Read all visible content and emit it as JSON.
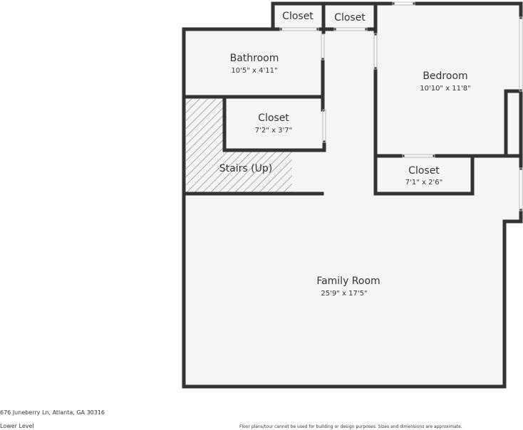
{
  "colors": {
    "wall": "#333333",
    "floor": "#f5f5f5",
    "text": "#333333"
  },
  "rooms": {
    "closet_a": {
      "name": "Closet"
    },
    "closet_b": {
      "name": "Closet"
    },
    "bathroom": {
      "name": "Bathroom",
      "dims": "10'5\" x 4'11\""
    },
    "bedroom": {
      "name": "Bedroom",
      "dims": "10'10\" x 11'8\""
    },
    "closet_mid": {
      "name": "Closet",
      "dims": "7'2\" x 3'7\""
    },
    "stairs": {
      "name": "Stairs (Up)"
    },
    "closet_bed": {
      "name": "Closet",
      "dims": "7'1\" x 2'6\""
    },
    "family_room": {
      "name": "Family Room",
      "dims": "25'9\" x 17'5\""
    }
  },
  "footer": {
    "address": "676 Juneberry Ln, Atlanta, GA 30316",
    "level": "Lower Level",
    "disclaimer": "Floor plans/tour cannot be used for building or design purposes. Sizes and dimensions are approximate."
  }
}
